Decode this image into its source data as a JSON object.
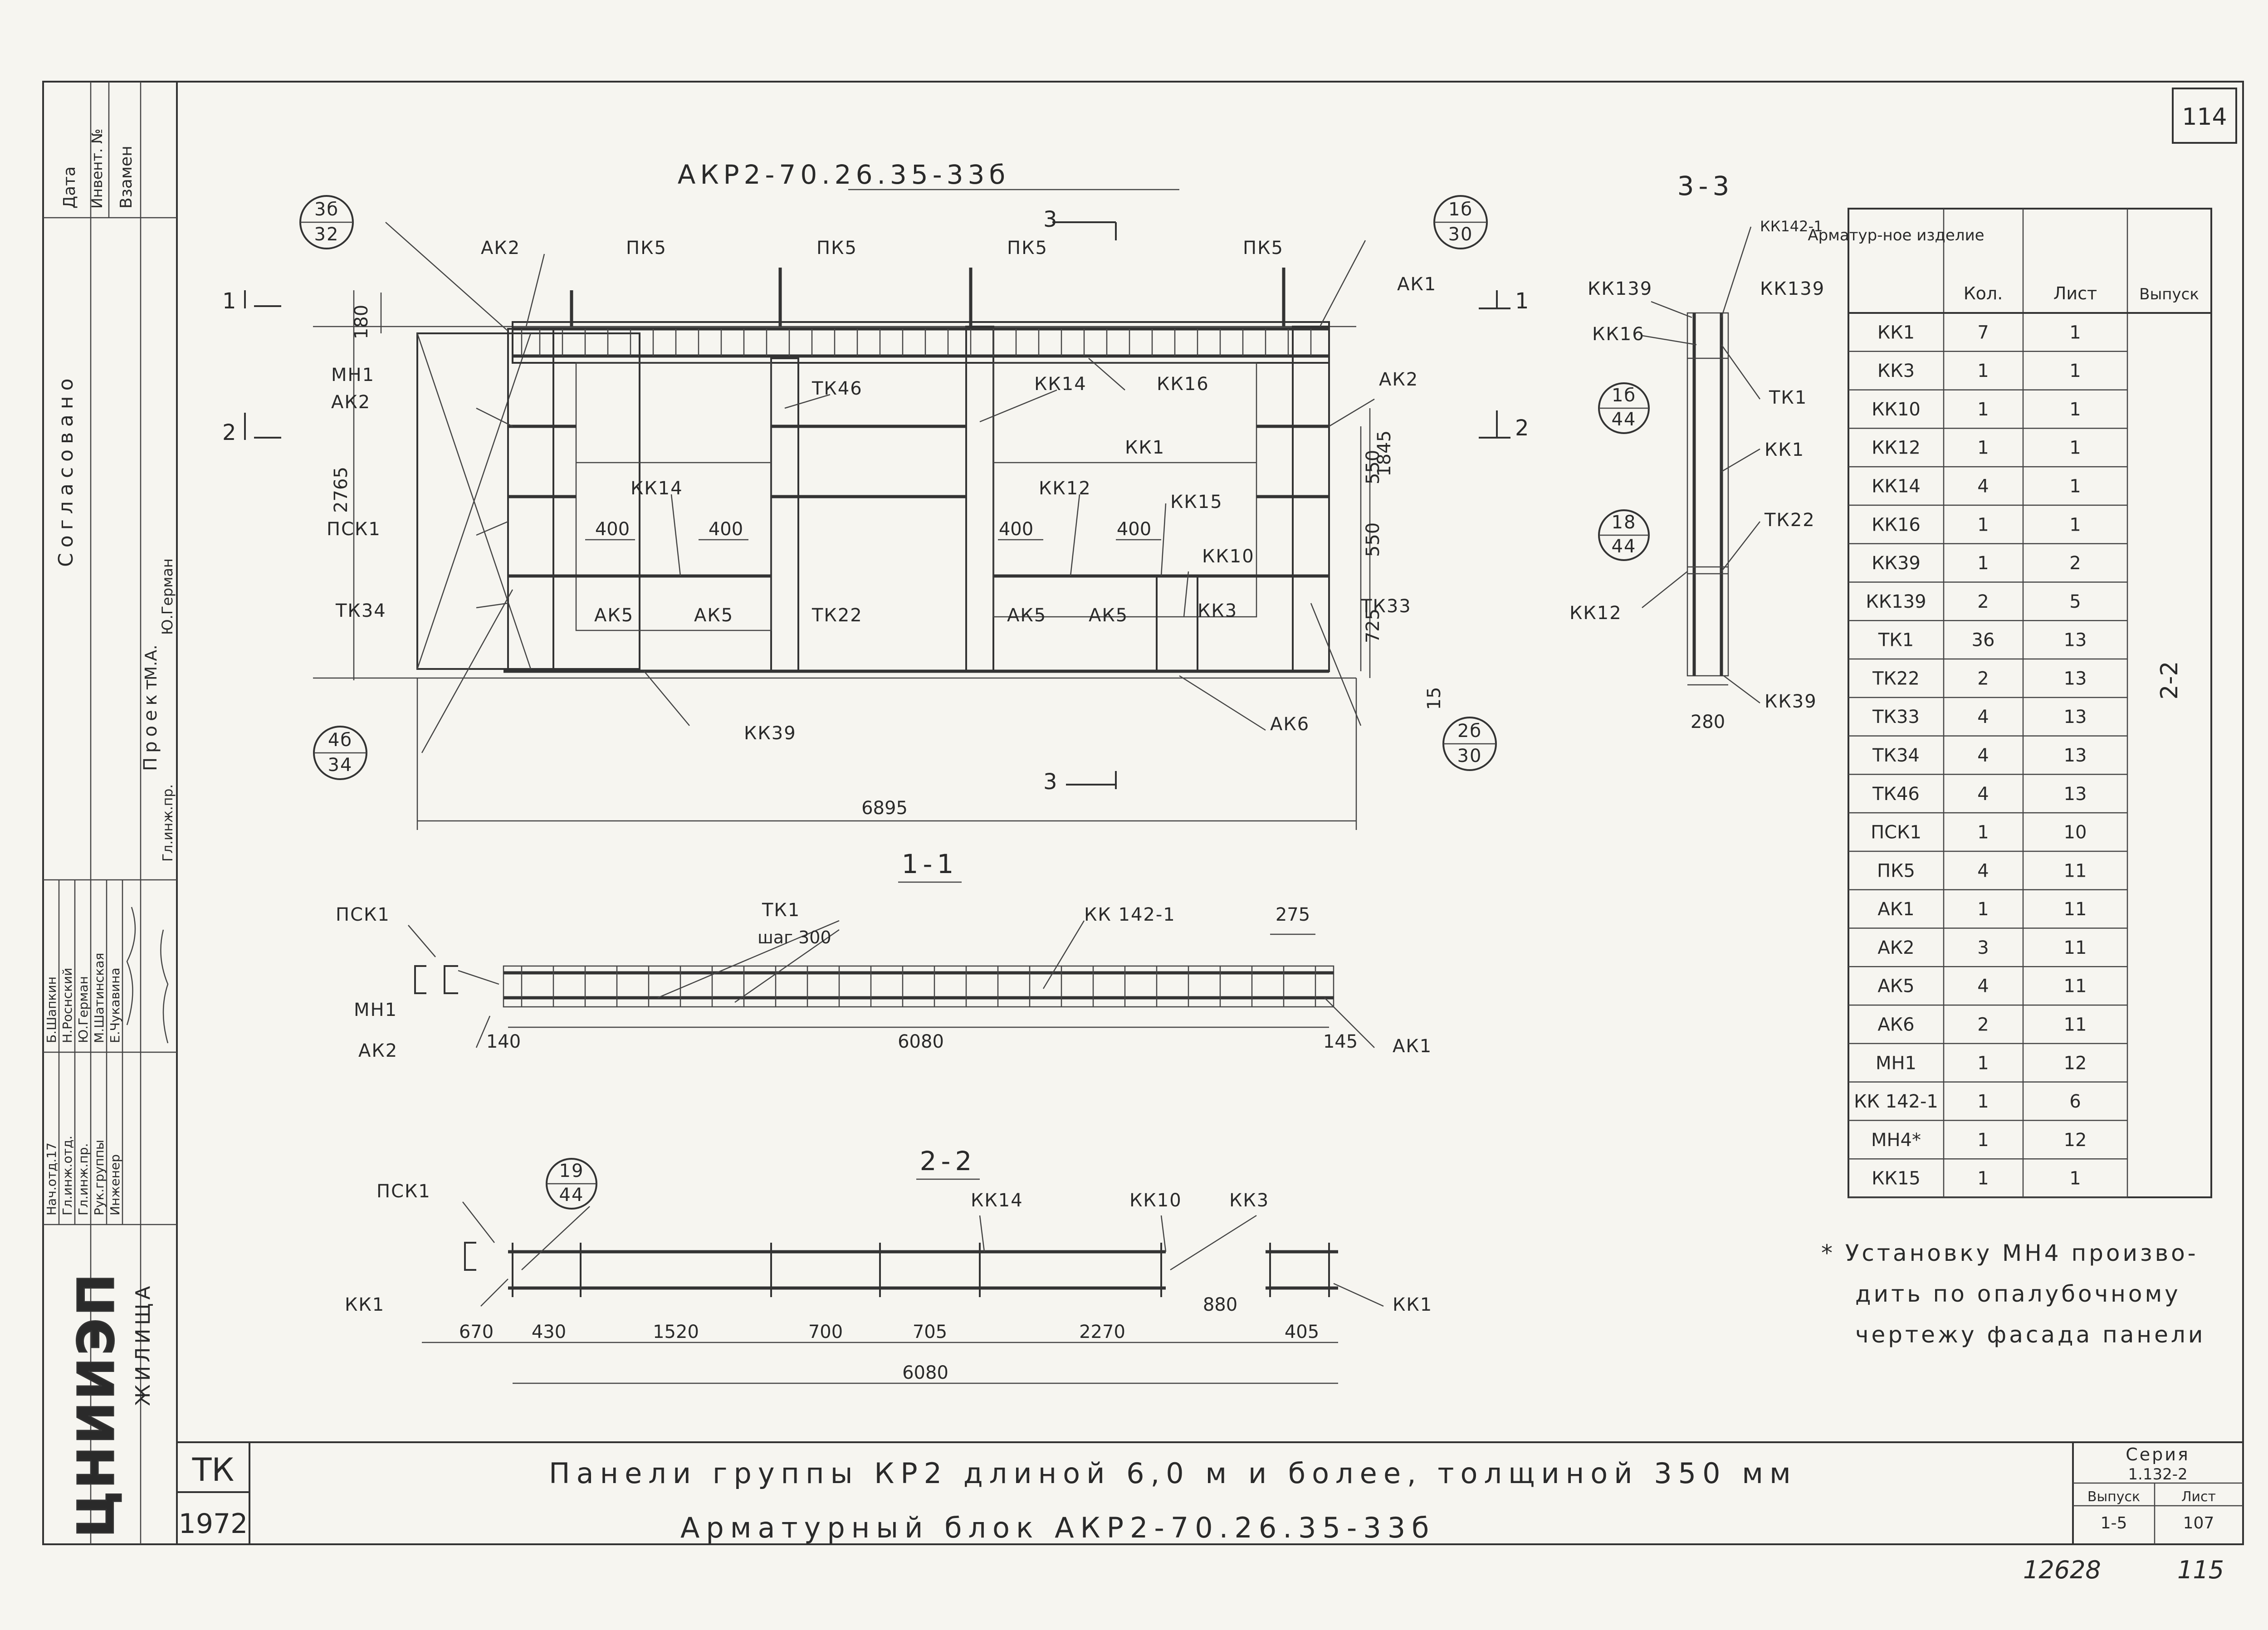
{
  "page_number": "114",
  "main_drawing_title": "АКР2-70.26.35-33б",
  "section_titles": {
    "s11": "1-1",
    "s22": "2-2",
    "s33": "3-3"
  },
  "side_stamp": {
    "col_top": [
      "Дата",
      "Инвент. №",
      "Взамен"
    ],
    "soglasovano": "Согласовано",
    "roles": [
      "Нач.отд.17",
      "Гл.инж.отд.",
      "Гл.инж.пр.",
      "Рук.группы",
      "Инженер"
    ],
    "names": [
      "Б.Шапкин",
      "Н.Роснский",
      "Ю.Герман",
      "М.Шатинская",
      "Е.Чукавина"
    ],
    "proekt_label": "Проект",
    "proekt_roles": [
      "Гл.инж.пр.",
      "Ю.Герман"
    ],
    "ma": "М.А.",
    "org": "ЖИЛИЩА",
    "org_logo": "ЦНИИЭП"
  },
  "main_labels": {
    "ak2_a": "АК2",
    "ak2_b": "АК2",
    "ak2_c": "АК2",
    "ak1": "АК1",
    "mn1": "МН1",
    "psk1": "ПСК1",
    "tk34": "ТК34",
    "pk5_1": "ПК5",
    "pk5_2": "ПК5",
    "pk5_3": "ПК5",
    "pk5_4": "ПК5",
    "tk46": "ТК46",
    "kk14_a": "КК14",
    "kk14_b": "КК14",
    "kk16": "КК16",
    "kk1": "КК1",
    "kk12": "КК12",
    "kk15": "КК15",
    "kk10": "КК10",
    "kk3": "КК3",
    "tk22": "ТК22",
    "ak5_1": "АК5",
    "ak5_2": "АК5",
    "ak5_3": "АК5",
    "ak5_4": "АК5",
    "ak6": "АК6",
    "tk33": "ТК33",
    "kk39": "КК39",
    "sec1": "1",
    "sec2": "2",
    "sec3": "3",
    "sec1r": "1",
    "sec2r": "2",
    "sec3b": "3"
  },
  "main_dims": {
    "d180": "180",
    "d2765": "2765",
    "d1845": "1845",
    "d550a": "550",
    "d550b": "550",
    "d725": "725",
    "d15": "15",
    "d6895": "6895",
    "d400a": "400",
    "d400b": "400",
    "d400c": "400",
    "d400d": "400"
  },
  "callouts": {
    "c1": [
      "3б",
      "32"
    ],
    "c2": [
      "1б",
      "30"
    ],
    "c3": [
      "4б",
      "34"
    ],
    "c4": [
      "2б",
      "30"
    ],
    "c5": [
      "1б",
      "44"
    ],
    "c6": [
      "18",
      "44"
    ],
    "c7": [
      "19",
      "44"
    ]
  },
  "section33": {
    "kk142": "КК142-1",
    "kk139a": "КК139",
    "kk139b": "КК139",
    "kk16": "КК16",
    "tk1": "ТК1",
    "kk1": "КК1",
    "tk22": "ТК22",
    "kk12": "КК12",
    "kk39": "КК39",
    "d280": "280"
  },
  "section11": {
    "psk1": "ПСК1",
    "mn1": "МН1",
    "ak2": "АК2",
    "ak1": "АК1",
    "tk1": "ТК1",
    "shag": "шаг 300",
    "kk142": "КК 142-1",
    "d275": "275",
    "d140": "140",
    "d6080": "6080",
    "d145": "145"
  },
  "section22": {
    "psk1": "ПСК1",
    "kk1a": "КК1",
    "kk1b": "КК1",
    "kk14": "КК14",
    "kk10": "КК10",
    "kk3": "КК3",
    "d670": "670",
    "d430": "430",
    "d1520": "1520",
    "d700": "700",
    "d705": "705",
    "d2270": "2270",
    "d880": "880",
    "d405": "405",
    "d6080": "6080"
  },
  "spec_table": {
    "headers": [
      "Арматур-ное изделие",
      "Кол.",
      "Лист",
      "Выпуск"
    ],
    "rows": [
      [
        "КК1",
        "7",
        "1"
      ],
      [
        "КК3",
        "1",
        "1"
      ],
      [
        "КК10",
        "1",
        "1"
      ],
      [
        "КК12",
        "1",
        "1"
      ],
      [
        "КК14",
        "4",
        "1"
      ],
      [
        "КК16",
        "1",
        "1"
      ],
      [
        "КК39",
        "1",
        "2"
      ],
      [
        "КК139",
        "2",
        "5"
      ],
      [
        "ТК1",
        "36",
        "13"
      ],
      [
        "ТК22",
        "2",
        "13"
      ],
      [
        "ТК33",
        "4",
        "13"
      ],
      [
        "ТК34",
        "4",
        "13"
      ],
      [
        "ТК46",
        "4",
        "13"
      ],
      [
        "ПСК1",
        "1",
        "10"
      ],
      [
        "ПК5",
        "4",
        "11"
      ],
      [
        "АК1",
        "1",
        "11"
      ],
      [
        "АК2",
        "3",
        "11"
      ],
      [
        "АК5",
        "4",
        "11"
      ],
      [
        "АК6",
        "2",
        "11"
      ],
      [
        "МН1",
        "1",
        "12"
      ],
      [
        "КК 142-1",
        "1",
        "6"
      ],
      [
        "МН4*",
        "1",
        "12"
      ],
      [
        "КК15",
        "1",
        "1"
      ]
    ],
    "vypusk": "2-2"
  },
  "note": [
    "* Установку МН4 произво-",
    "дить по опалубочному",
    "чертежу фасада панели"
  ],
  "title_block": {
    "tk": "ТК",
    "year": "1972",
    "line1": "Панели группы КР2 длиной 6,0 м и более, толщиной 350 мм",
    "line2": "Арматурный блок АКР2-70.26.35-33б",
    "seriya_label": "Серия",
    "seriya": "1.132-2",
    "vypusk_label": "Выпуск",
    "vypusk": "1-5",
    "list_label": "Лист",
    "list": "107"
  },
  "bottom_numbers": {
    "n1": "12628",
    "n2": "115"
  }
}
